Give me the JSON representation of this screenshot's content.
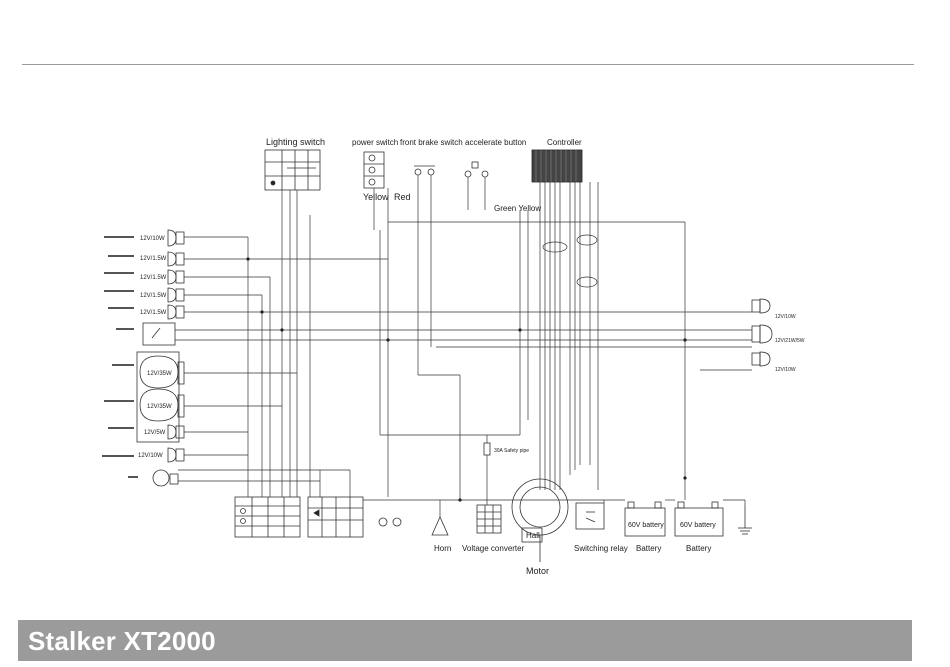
{
  "footer": {
    "title": "Stalker XT2000"
  },
  "labels": {
    "lighting_switch": "Lighting switch",
    "power_switch": "power switch",
    "front_brake_switch": "front brake switch",
    "accelerate_button": "accelerate button",
    "controller": "Controller",
    "yellow": "Yellow",
    "red": "Red",
    "green_yellow": "Green Yellow",
    "horn": "Horn",
    "voltage_converter": "Voltage converter",
    "motor": "Motor",
    "hall": "Hall",
    "switching_relay": "Switching relay",
    "battery_1": "Battery",
    "battery_2": "Battery",
    "battery_60v_1": "60V battery",
    "battery_60v_2": "60V battery",
    "safety_pipe": "30A Safety pipe",
    "lamp_12v_1": "12V/10W",
    "lamp_12v_2": "12V/1.5W",
    "lamp_12v_3": "12V/1.5W",
    "lamp_12v_4": "12V/1.5W",
    "lamp_12v_5": "12V/1.5W",
    "headlamp_1": "12V/35W",
    "headlamp_2": "12V/35W",
    "front_position": "12V/5W",
    "lamp_12v_left": "12V/10W",
    "rear_lamp_1": "12V/10W",
    "rear_lamp_2": "12V/21W/5W",
    "rear_lamp_3": "12V/10W"
  }
}
